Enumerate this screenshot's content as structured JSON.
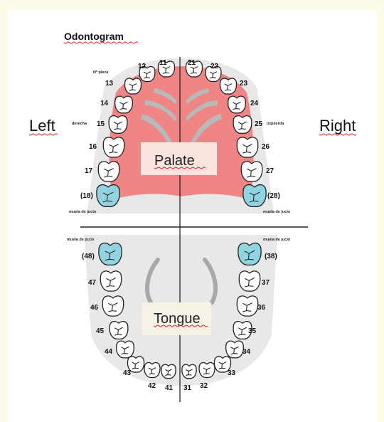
{
  "title": "Odontogram",
  "side_left": "Left",
  "side_right": "Right",
  "palate_label": "Palate",
  "tongue_label": "Tongue",
  "tooth_number_caption": "Nº pieza",
  "derecha": "derecha",
  "izquierda": "izquierda",
  "wisdom_caption": "muela de jucio",
  "colors": {
    "palate": "#f08585",
    "wisdom_tooth": "#8fd4e0",
    "gum": "#e9e9e9",
    "label_box": "#fbe3df",
    "tongue_box": "#f6f2e6"
  },
  "upper_teeth": [
    "18",
    "17",
    "16",
    "15",
    "14",
    "13",
    "12",
    "11",
    "21",
    "22",
    "23",
    "24",
    "25",
    "26",
    "27",
    "28"
  ],
  "lower_teeth": [
    "48",
    "47",
    "46",
    "45",
    "44",
    "43",
    "42",
    "41",
    "31",
    "32",
    "33",
    "34",
    "35",
    "36",
    "37",
    "38"
  ],
  "tooth_labels": {
    "11": "11",
    "12": "12",
    "13": "13",
    "14": "14",
    "15": "15",
    "16": "16",
    "17": "17",
    "18": "(18)",
    "21": "21",
    "22": "22",
    "23": "23",
    "24": "24",
    "25": "25",
    "26": "26",
    "27": "27",
    "28": "(28)",
    "31": "31",
    "32": "32",
    "33": "33",
    "34": "34",
    "35": "35",
    "36": "36",
    "37": "37",
    "38": "(38)",
    "41": "41",
    "42": "42",
    "43": "43",
    "44": "44",
    "45": "45",
    "46": "46",
    "47": "47",
    "48": "(48)"
  },
  "wisdom_teeth": [
    "18",
    "28",
    "38",
    "48"
  ]
}
